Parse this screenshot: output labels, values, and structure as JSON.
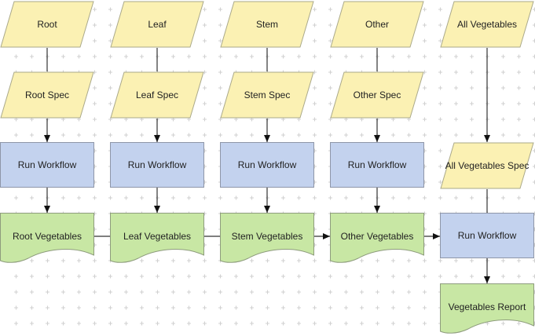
{
  "colors": {
    "data_fill": "#fbf1b3",
    "data_stroke": "#aaa98a",
    "process_fill": "#c3d2ee",
    "process_stroke": "#8e96a8",
    "document_fill": "#c8e7a4",
    "document_stroke": "#8e9c7d",
    "connector": "#333333",
    "grid_mark": "#d0d0d0"
  },
  "nodes": [
    {
      "id": "root",
      "shape": "data",
      "label": "Root"
    },
    {
      "id": "leaf",
      "shape": "data",
      "label": "Leaf"
    },
    {
      "id": "stem",
      "shape": "data",
      "label": "Stem"
    },
    {
      "id": "other",
      "shape": "data",
      "label": "Other"
    },
    {
      "id": "all_vegetables",
      "shape": "data",
      "label": "All Vegetables"
    },
    {
      "id": "root_spec",
      "shape": "data",
      "label": "Root Spec"
    },
    {
      "id": "leaf_spec",
      "shape": "data",
      "label": "Leaf Spec"
    },
    {
      "id": "stem_spec",
      "shape": "data",
      "label": "Stem Spec"
    },
    {
      "id": "other_spec",
      "shape": "data",
      "label": "Other Spec"
    },
    {
      "id": "all_vegetables_spec",
      "shape": "data",
      "label": "All Vegetables Spec"
    },
    {
      "id": "run_root",
      "shape": "process",
      "label": "Run Workflow"
    },
    {
      "id": "run_leaf",
      "shape": "process",
      "label": "Run Workflow"
    },
    {
      "id": "run_stem",
      "shape": "process",
      "label": "Run Workflow"
    },
    {
      "id": "run_other",
      "shape": "process",
      "label": "Run Workflow"
    },
    {
      "id": "run_all",
      "shape": "process",
      "label": "Run Workflow"
    },
    {
      "id": "root_veg",
      "shape": "document",
      "label": "Root Vegetables"
    },
    {
      "id": "leaf_veg",
      "shape": "document",
      "label": "Leaf Vegetables"
    },
    {
      "id": "stem_veg",
      "shape": "document",
      "label": "Stem Vegetables"
    },
    {
      "id": "other_veg",
      "shape": "document",
      "label": "Other Vegetables"
    },
    {
      "id": "veg_report",
      "shape": "document",
      "label": "Vegetables Report"
    }
  ],
  "edges": [
    {
      "from": "root",
      "to": "root_spec",
      "arrow": false
    },
    {
      "from": "leaf",
      "to": "leaf_spec",
      "arrow": false
    },
    {
      "from": "stem",
      "to": "stem_spec",
      "arrow": false
    },
    {
      "from": "other",
      "to": "other_spec",
      "arrow": false
    },
    {
      "from": "all_vegetables",
      "to": "all_vegetables_spec",
      "arrow": true
    },
    {
      "from": "root_spec",
      "to": "run_root",
      "arrow": true
    },
    {
      "from": "leaf_spec",
      "to": "run_leaf",
      "arrow": true
    },
    {
      "from": "stem_spec",
      "to": "run_stem",
      "arrow": true
    },
    {
      "from": "other_spec",
      "to": "run_other",
      "arrow": true
    },
    {
      "from": "all_vegetables_spec",
      "to": "run_all",
      "arrow": false
    },
    {
      "from": "run_root",
      "to": "root_veg",
      "arrow": true
    },
    {
      "from": "run_leaf",
      "to": "leaf_veg",
      "arrow": true
    },
    {
      "from": "run_stem",
      "to": "stem_veg",
      "arrow": true
    },
    {
      "from": "run_other",
      "to": "other_veg",
      "arrow": true
    },
    {
      "from": "run_all",
      "to": "veg_report",
      "arrow": true
    },
    {
      "from": "root_veg",
      "to": "leaf_veg",
      "arrow": false
    },
    {
      "from": "leaf_veg",
      "to": "stem_veg",
      "arrow": false
    },
    {
      "from": "stem_veg",
      "to": "other_veg",
      "arrow": true
    },
    {
      "from": "other_veg",
      "to": "run_all",
      "arrow": true
    }
  ]
}
